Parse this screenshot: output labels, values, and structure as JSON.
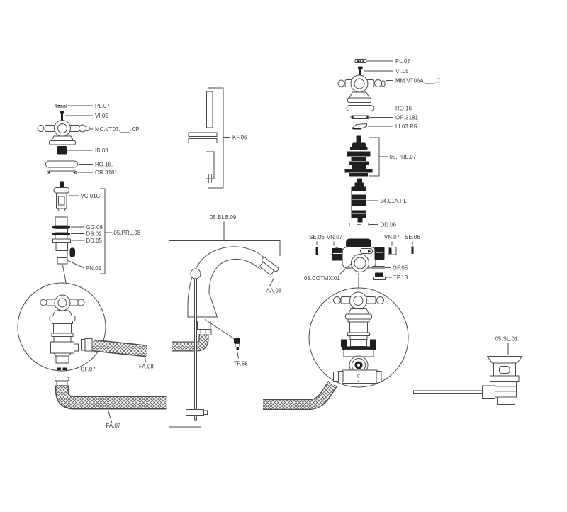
{
  "figure": {
    "kind": "exploded-parts-diagram",
    "subject": "Basin tap / mixer spare parts with flexible hoses and pop-up waste"
  },
  "colors": {
    "line": "#4a4a4a",
    "dark_part": "#1f1f1f",
    "background": "#ffffff",
    "text": "#3a3a3a"
  },
  "left_tap": {
    "pl07": "PL.07",
    "vi05": "VI.05",
    "handle": "MC.VT07.___.CP",
    "ib03": "IB.03",
    "ro16": "RO.16.",
    "or3181": "OR.3181",
    "vc01": "VC.01Cl",
    "gg06": "GG.06",
    "ds02": "DS.02",
    "dd05": "DD.05",
    "prl08": "05.PRL.08",
    "pn01": "PN.01",
    "gf07": "GF.07",
    "fa08": "FA.08",
    "fa07": "FA.07"
  },
  "spout_group": {
    "kf06": "KF.06",
    "blb09": "05.BLB.09.",
    "aa08": "AA.08",
    "tp58": "TP.58"
  },
  "right_mixer": {
    "pl07": "PL.07",
    "vi05": "VI.05",
    "handle": "MM.VT06A.___.C",
    "ro16": "RO.16",
    "or3181": "OR.3181",
    "li03rr": "LI.03.RR",
    "prl07": "05.PRL.07",
    "cartridge": "24.01A.PL",
    "dd06": "DD.06",
    "se06_left": "SE.06",
    "vn07_left": "VN.07",
    "cotmx01": "05.COTMX.01",
    "vn07_right": "VN.07",
    "se06_right": "SE.06",
    "gf05": "GF.05",
    "tp13": "TP.13",
    "body_marking_c": "C",
    "body_marking_plus": "+"
  },
  "waste": {
    "sl01": "05.SL.01."
  }
}
